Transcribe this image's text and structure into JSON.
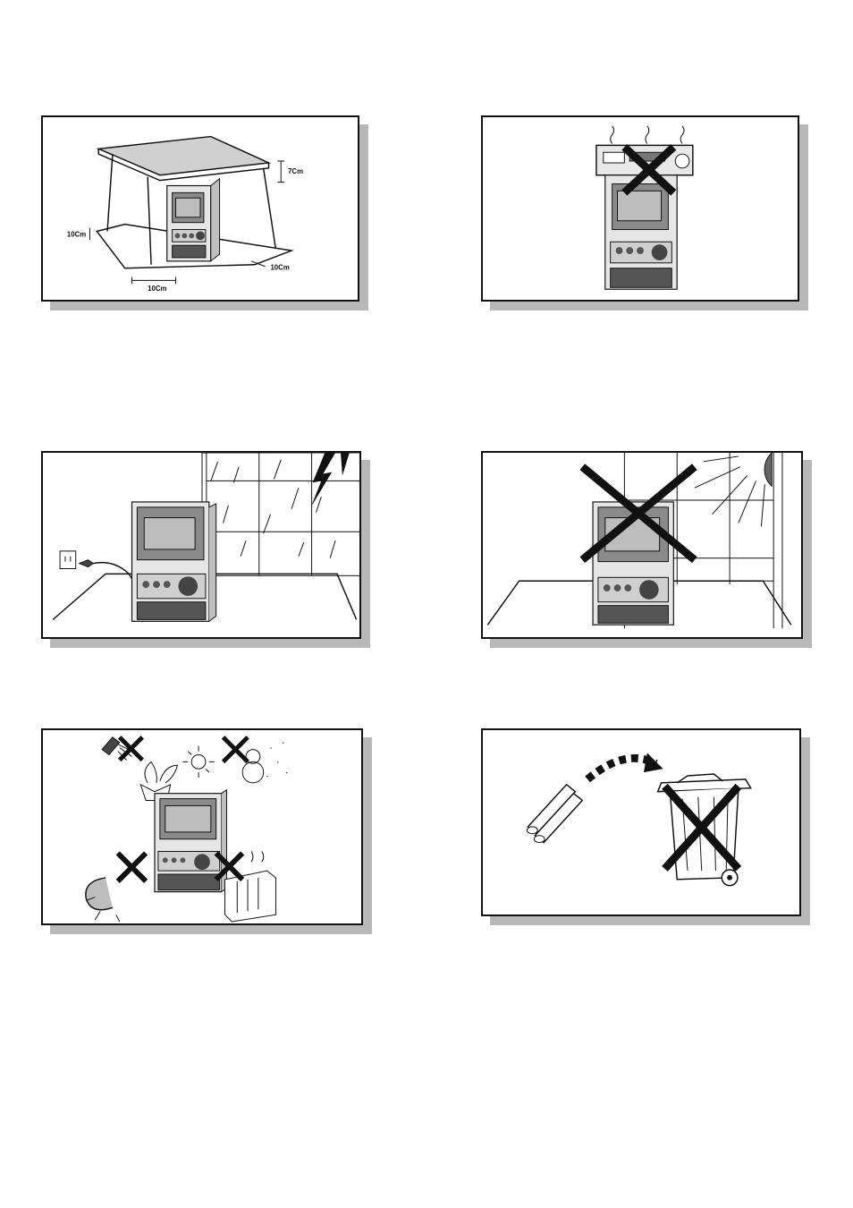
{
  "panels": [
    {
      "id": "ventilation-clearance",
      "labels": {
        "top": "7Cm",
        "left": "10Cm",
        "right": "10Cm",
        "bottom": "10Cm"
      }
    },
    {
      "id": "no-heat-source-on-top"
    },
    {
      "id": "unplug-during-storm"
    },
    {
      "id": "no-direct-sunlight"
    },
    {
      "id": "avoid-water-magnet-heat"
    },
    {
      "id": "battery-disposal"
    }
  ]
}
